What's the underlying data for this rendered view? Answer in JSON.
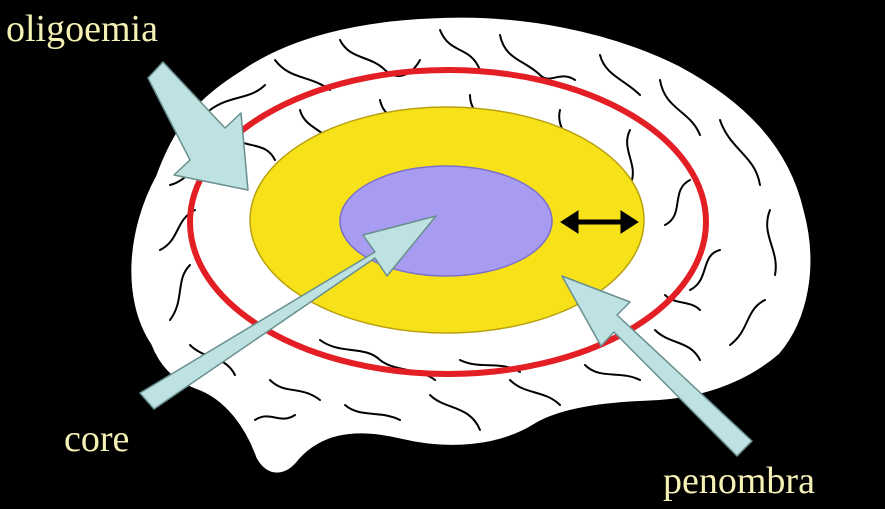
{
  "labels": {
    "oligoemia": "oligoemia",
    "core": "core",
    "penumbra": "penombra"
  },
  "colors": {
    "background": "#000000",
    "brain": "#FFFFFF",
    "brain_outline": "#000000",
    "oligoemia_ring": "#E31E24",
    "penumbra_zone": "#F7E21A",
    "core_zone": "#A79BF2",
    "pointer_arrows": "#BEE2E2",
    "label_text": "#F5F0B4"
  },
  "icons": {
    "expansion": "double-headed-arrow-icon"
  }
}
